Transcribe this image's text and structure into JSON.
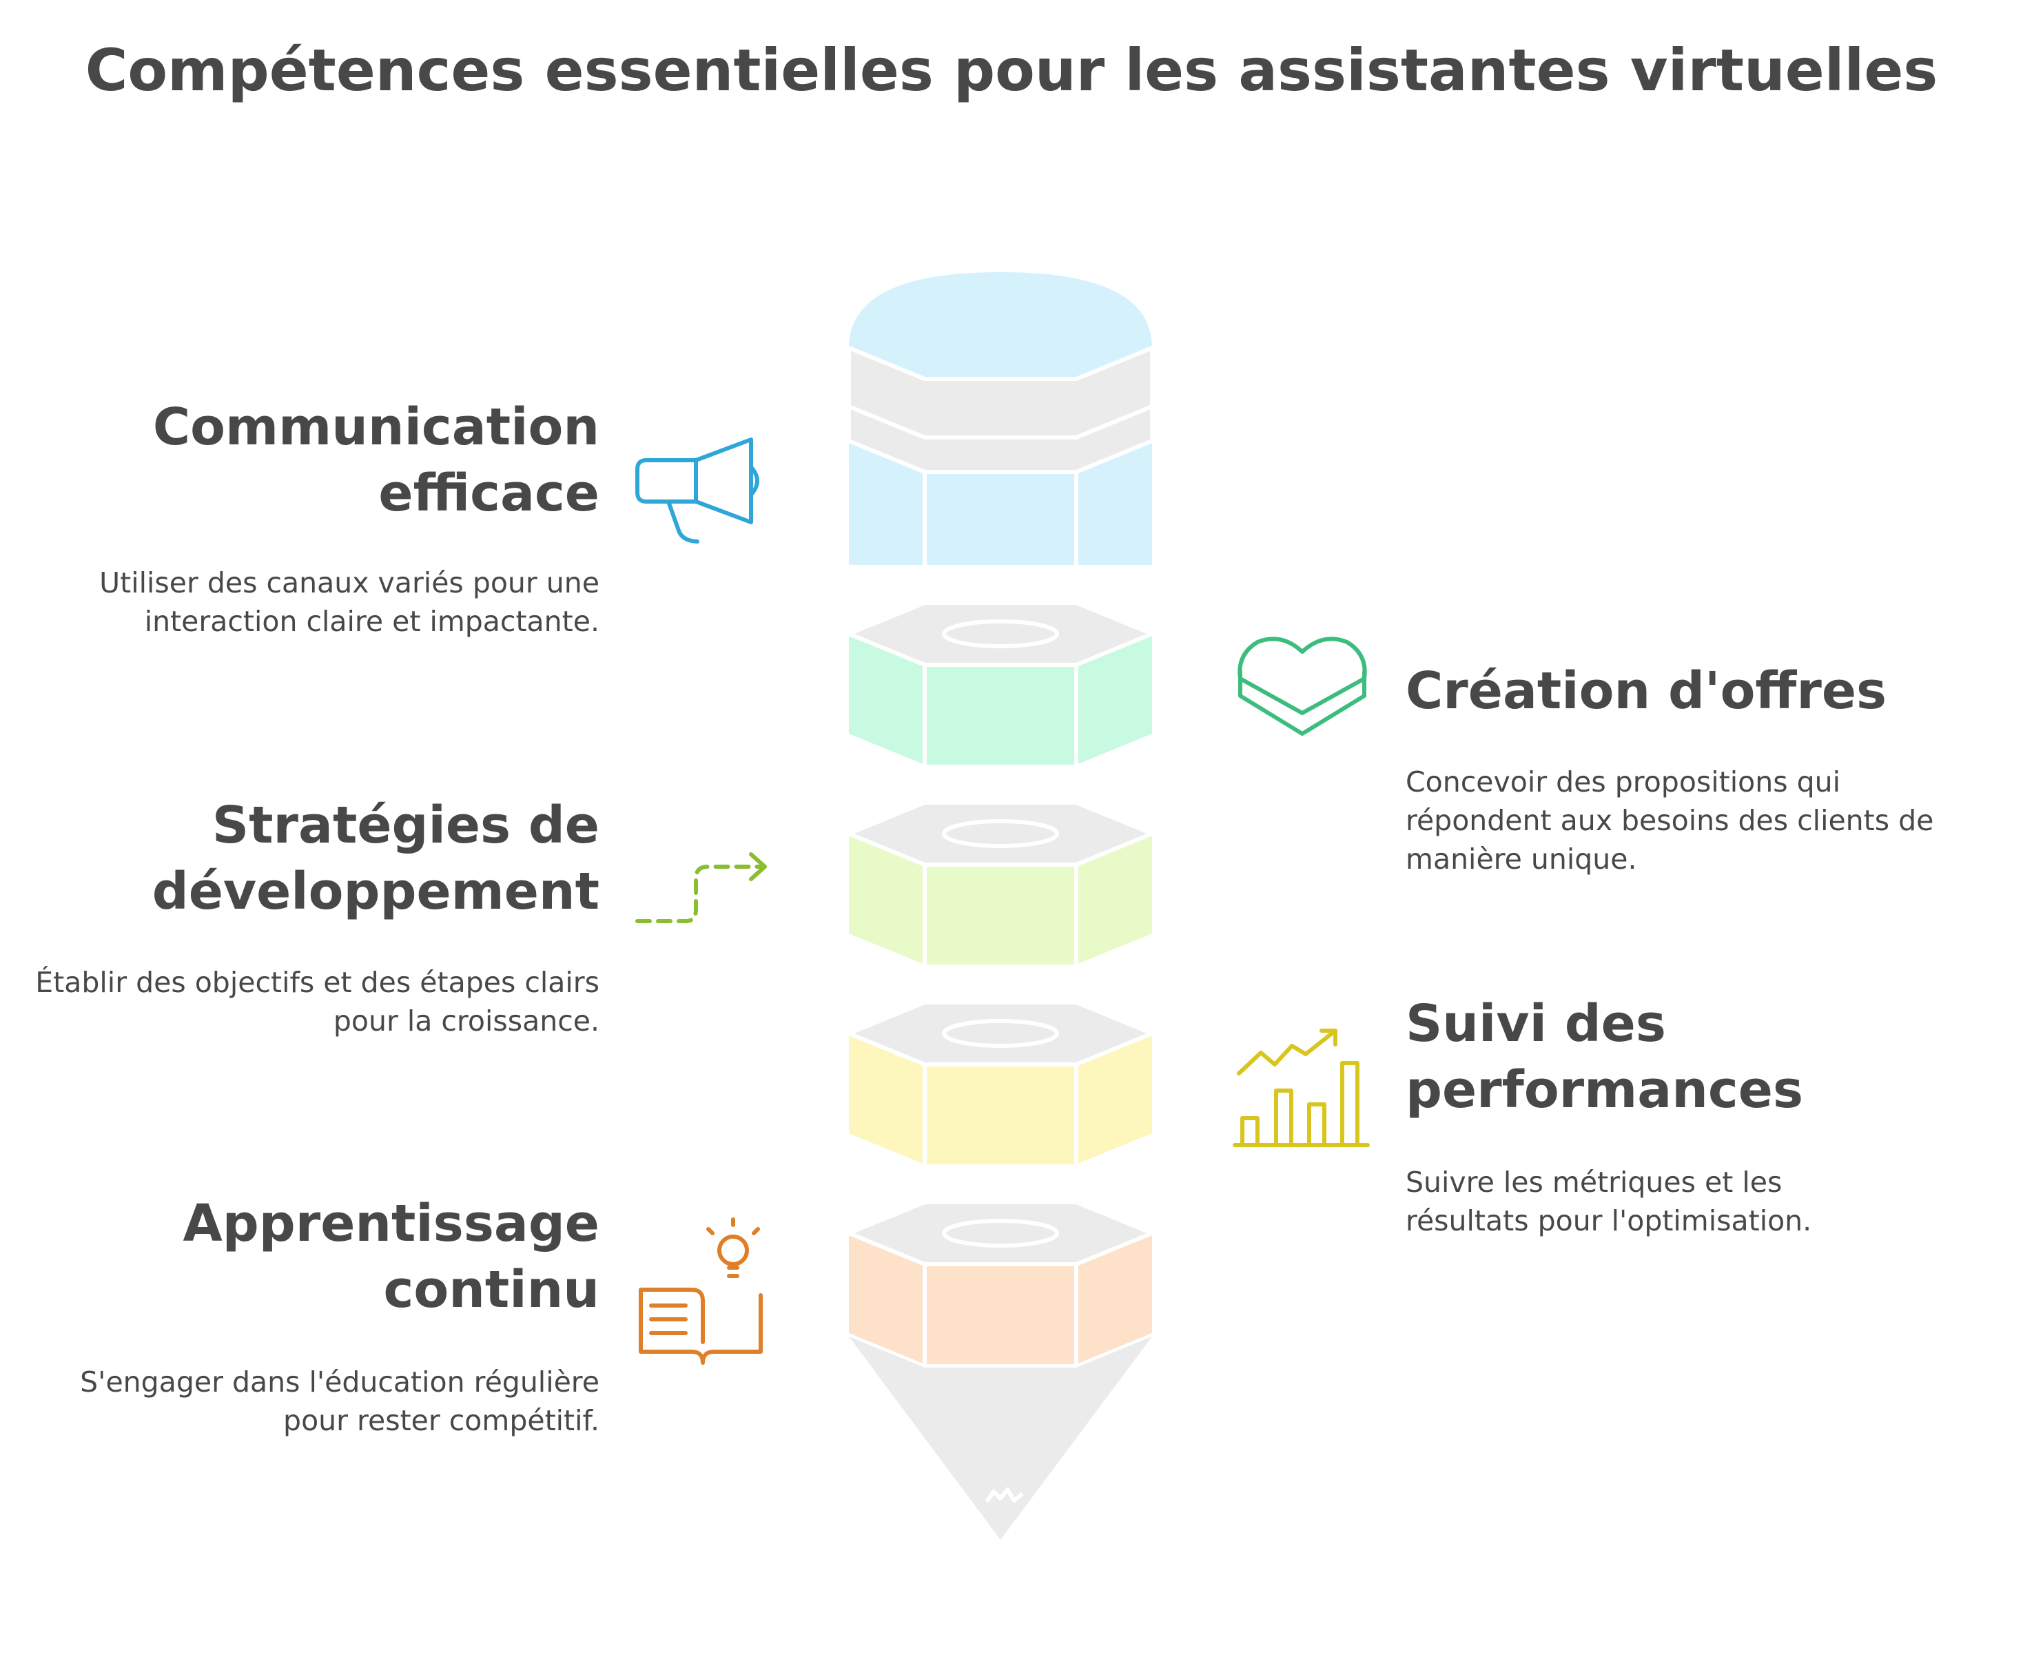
{
  "title": "Compétences essentielles pour les assistantes virtuelles",
  "items": [
    {
      "heading": "Communication efficace",
      "description": "Utiliser des canaux variés pour une interaction claire et impactante.",
      "icon": "megaphone-icon",
      "color": "#2ea7d8",
      "fill": "#d5f1fb"
    },
    {
      "heading": "Création d'offres",
      "description": "Concevoir des propositions qui répondent aux besoins des clients de manière unique.",
      "icon": "heart-icon",
      "color": "#3dbd7d",
      "fill": "#c8fae1"
    },
    {
      "heading": "Stratégies de développement",
      "description": "Établir des objectifs et des étapes clairs pour la croissance.",
      "icon": "path-arrow-icon",
      "color": "#8bbd33",
      "fill": "#e8fac8"
    },
    {
      "heading": "Suivi des performances",
      "description": "Suivre les métriques et les résultats pour l'optimisation.",
      "icon": "growth-chart-icon",
      "color": "#d8c61e",
      "fill": "#fdf6bd"
    },
    {
      "heading": "Apprentissage continu",
      "description": "S'engager dans l'éducation régulière pour rester compétitif.",
      "icon": "book-lightbulb-icon",
      "color": "#e07f2a",
      "fill": "#fde1c9"
    }
  ],
  "colors": {
    "text": "#484848",
    "segment_top": "#ebebeb",
    "segment_stroke": "#ffffff"
  }
}
